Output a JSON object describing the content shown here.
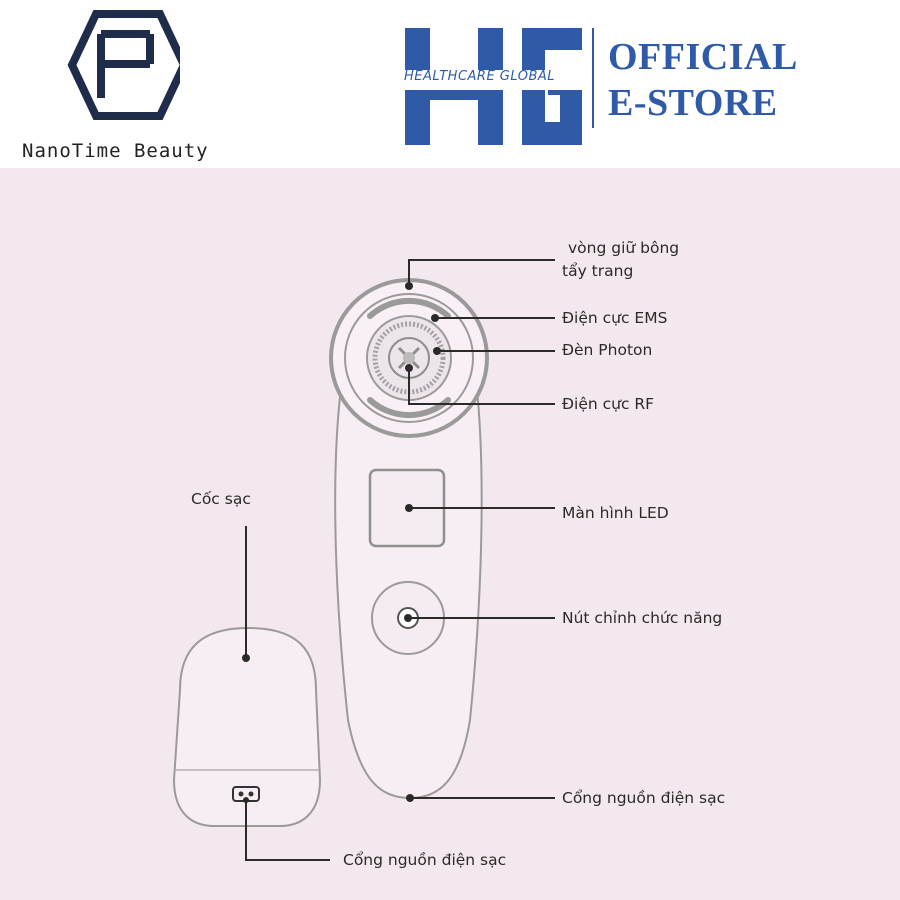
{
  "header": {
    "left_brand": {
      "name": "NanoTime Beauty",
      "logo": "hexagon-letter-logo"
    },
    "right_brand": {
      "logo_letters": "HG",
      "logo_tagline": "HEALTHCARE GLOBAL",
      "store_line1": "OFFICIAL",
      "store_line2": "E-STORE"
    }
  },
  "diagram": {
    "device_labels": {
      "ring_line1": "vòng giữ bông",
      "ring_line2": "tẩy trang",
      "ems": "Điện cực EMS",
      "photon": "Đèn Photon",
      "rf": "Điện cực RF",
      "led": "Màn hình LED",
      "button": "Nút chỉnh chức năng",
      "device_port": "Cổng nguồn điện sạc"
    },
    "charger_labels": {
      "cup": "Cốc sạc",
      "cup_port": "Cổng nguồn điện sạc"
    }
  },
  "colors": {
    "panel_bg": "#f3e8ee",
    "brand_navy": "#1f2d4a",
    "brand_blue": "#2e5aa8",
    "line": "#2a2a2a",
    "device_outline": "#9a9a9a"
  }
}
